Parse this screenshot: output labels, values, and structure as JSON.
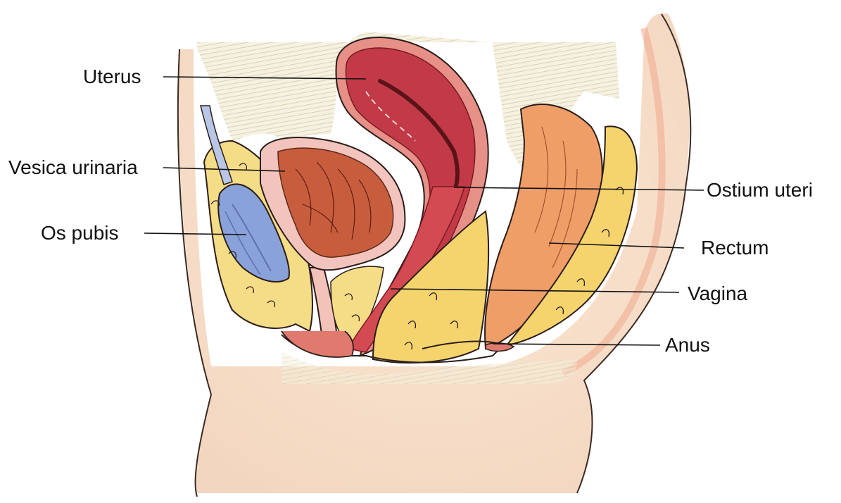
{
  "labels": {
    "uterus": "Uterus",
    "vesica": "Vesica urinaria",
    "pubis": "Os pubis",
    "ostium": "Ostium uteri",
    "rectum": "Rectum",
    "vagina": "Vagina",
    "anus": "Anus"
  },
  "colors": {
    "skin": "#f7e3cf",
    "outline": "#2a1d1a",
    "uterus": "#c0323f",
    "uterus_inner": "#d9646b",
    "bladder": "#c75a3a",
    "bone": "#7f98d4",
    "fat": "#f3d873",
    "rectum": "#eea06a",
    "tissue_hatch": "#cfc8a0"
  }
}
